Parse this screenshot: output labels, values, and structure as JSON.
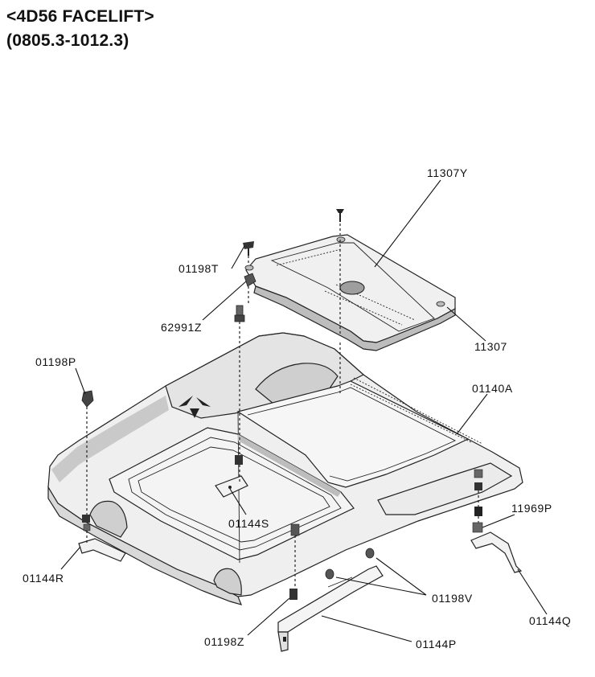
{
  "header": {
    "title": "<4D56 FACELIFT>",
    "subtitle": "(0805.3-1012.3)"
  },
  "colors": {
    "ink": "#111111",
    "part_fill": "#eeeeee",
    "part_shade": "#bdbdbd",
    "background": "#ffffff"
  },
  "callouts": {
    "c11307Y": "11307Y",
    "c01198T": "01198T",
    "c62991Z": "62991Z",
    "c11307": "11307",
    "c01198P": "01198P",
    "c01140A": "01140A",
    "c01144S": "01144S",
    "c11969P": "11969P",
    "c01144R": "01144R",
    "c01198V": "01198V",
    "c01144Q": "01144Q",
    "c01198Z": "01198Z",
    "c01144P": "01144P"
  }
}
